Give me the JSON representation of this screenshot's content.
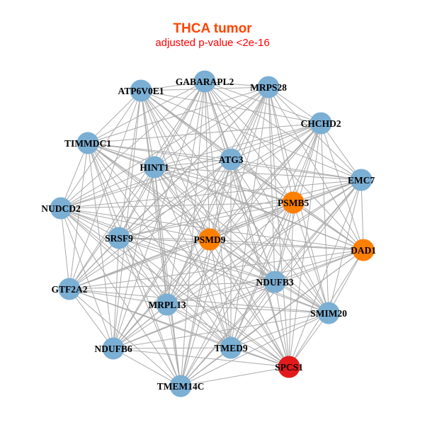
{
  "title": "THCA tumor",
  "subtitle": "adjusted p-value <2e-16",
  "colors": {
    "default": "#7BAFD4",
    "orange": "#FF7F00",
    "red": "#E31A1C",
    "edge": "#AAAAAA"
  },
  "nodes": [
    {
      "id": "GABARAPL2",
      "color": "default"
    },
    {
      "id": "MRPS28",
      "color": "default"
    },
    {
      "id": "ATP6V0E1",
      "color": "default"
    },
    {
      "id": "CHCHD2",
      "color": "default"
    },
    {
      "id": "TIMMDC1",
      "color": "default"
    },
    {
      "id": "ATG3",
      "color": "default"
    },
    {
      "id": "HINT1",
      "color": "default"
    },
    {
      "id": "EMC7",
      "color": "default"
    },
    {
      "id": "PSMB5",
      "color": "orange"
    },
    {
      "id": "NUDCD2",
      "color": "default"
    },
    {
      "id": "SRSF9",
      "color": "default"
    },
    {
      "id": "PSMD9",
      "color": "orange"
    },
    {
      "id": "DAD1",
      "color": "orange"
    },
    {
      "id": "NDUFB3",
      "color": "default"
    },
    {
      "id": "GTF2A2",
      "color": "default"
    },
    {
      "id": "MRPL13",
      "color": "default"
    },
    {
      "id": "SMIM20",
      "color": "default"
    },
    {
      "id": "NDUFB6",
      "color": "default"
    },
    {
      "id": "TMED9",
      "color": "default"
    },
    {
      "id": "SPCS1",
      "color": "red"
    },
    {
      "id": "TMEM14C",
      "color": "default"
    }
  ]
}
